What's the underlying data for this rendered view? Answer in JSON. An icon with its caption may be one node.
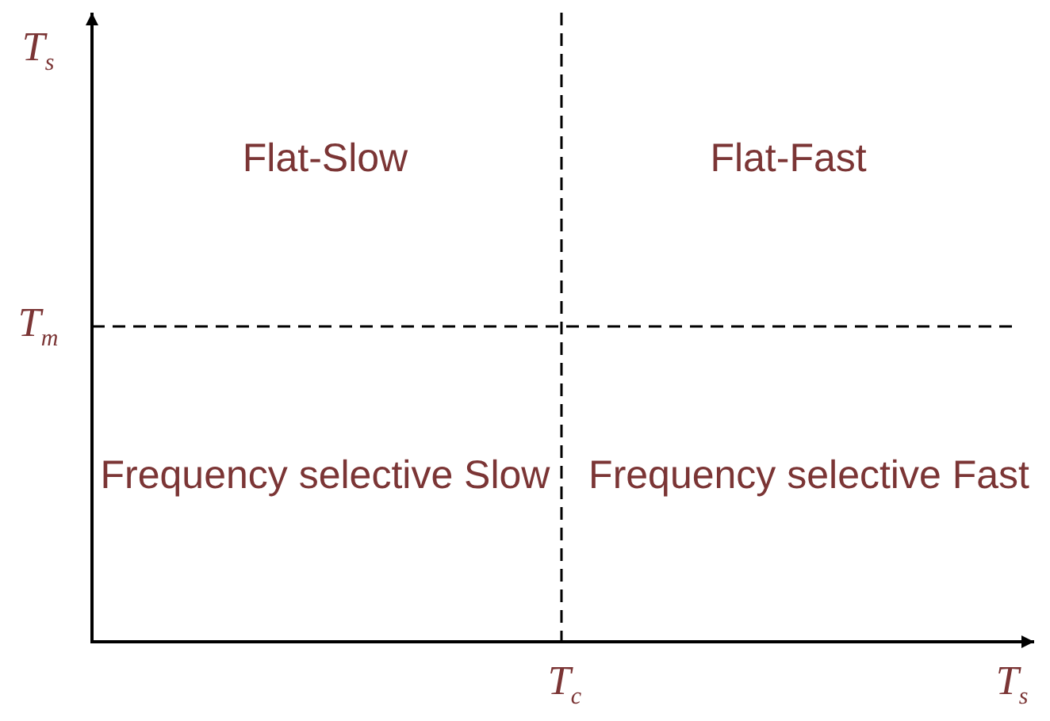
{
  "diagram": {
    "labels": [
      "T$_{s}$",
      "Flat-Slow",
      "Flat-Fast",
      "T$_{m}$",
      "Frequency selective Slow",
      "Frequency selective Fast",
      "T$_{c}$",
      "T$_{s}$"
    ]
  }
}
